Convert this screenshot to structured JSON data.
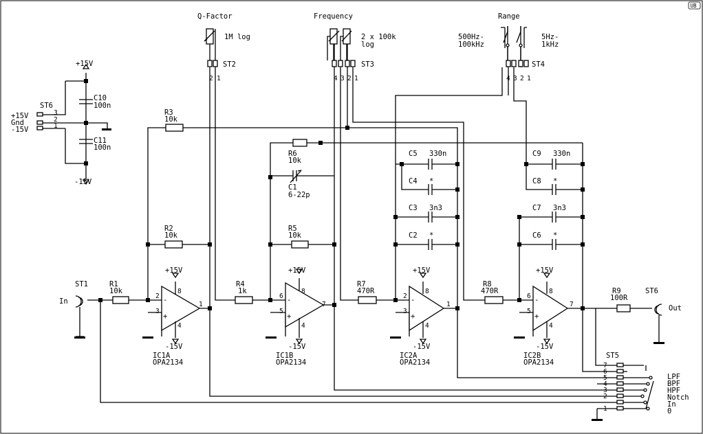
{
  "badge": "UB",
  "controls": {
    "q_title": "Q-Factor",
    "q_value": "1M log",
    "q_conn": "ST2",
    "q_pins": [
      "2",
      "1"
    ],
    "f_title": "Frequency",
    "f_value_1": "2 x 100k",
    "f_value_2": "log",
    "f_conn": "ST3",
    "f_pins": [
      "4",
      "3",
      "2",
      "1"
    ],
    "r_title": "Range",
    "r_left_1": "500Hz-",
    "r_left_2": "100kHz",
    "r_right_1": "5Hz-",
    "r_right_2": "1kHz",
    "r_conn": "ST4",
    "r_pins": [
      "4",
      "3",
      "2",
      "1"
    ]
  },
  "power": {
    "conn": "ST6",
    "pins": [
      "3",
      "2",
      "1"
    ],
    "labels": [
      "+15V",
      "Gnd",
      "-15V"
    ],
    "pos_rail": "+15V",
    "neg_rail": "-15V",
    "c10_name": "C10",
    "c10_value": "100n",
    "c11_name": "C11",
    "c11_value": "100n"
  },
  "input": {
    "conn": "ST1",
    "label": "In"
  },
  "output": {
    "conn": "ST6",
    "label": "Out",
    "r9_name": "R9",
    "r9_value": "100R"
  },
  "resistors": {
    "r1": [
      "R1",
      "10k"
    ],
    "r2": [
      "R2",
      "10k"
    ],
    "r3": [
      "R3",
      "10k"
    ],
    "r4": [
      "R4",
      "1k"
    ],
    "r5": [
      "R5",
      "10k"
    ],
    "r6": [
      "R6",
      "10k"
    ],
    "r7": [
      "R7",
      "470R"
    ],
    "r8": [
      "R8",
      "470R"
    ]
  },
  "trimmer": [
    "C1",
    "6-22p"
  ],
  "capacitors": {
    "c5": [
      "C5",
      "330n"
    ],
    "c4": [
      "C4",
      "*"
    ],
    "c3": [
      "C3",
      "3n3"
    ],
    "c2": [
      "C2",
      "*"
    ],
    "c9": [
      "C9",
      "330n"
    ],
    "c8": [
      "C8",
      "*"
    ],
    "c7": [
      "C7",
      "3n3"
    ],
    "c6": [
      "C6",
      "*"
    ]
  },
  "opamps": [
    {
      "name": "IC1A",
      "part": "OPA2134",
      "in_minus": "2",
      "in_plus": "3",
      "out": "1",
      "vp": "8",
      "vn": "4",
      "supply_pos": "+15V",
      "supply_neg": "-15V"
    },
    {
      "name": "IC1B",
      "part": "OPA2134",
      "in_minus": "6",
      "in_plus": "5",
      "out": "7",
      "vp": "8",
      "vn": "4",
      "supply_pos": "+15V",
      "supply_neg": "-15V"
    },
    {
      "name": "IC2A",
      "part": "OPA2134",
      "in_minus": "2",
      "in_plus": "3",
      "out": "1",
      "vp": "8",
      "vn": "4",
      "supply_pos": "+15V",
      "supply_neg": "-15V"
    },
    {
      "name": "IC2B",
      "part": "OPA2134",
      "in_minus": "6",
      "in_plus": "5",
      "out": "7",
      "vp": "8",
      "vn": "4",
      "supply_pos": "+15V",
      "supply_neg": "-15V"
    }
  ],
  "selector": {
    "conn": "ST5",
    "pins": [
      "7",
      "6",
      "5",
      "4",
      "3",
      "2",
      "1"
    ],
    "labels": [
      "LPF",
      "BPF",
      "HPF",
      "Notch",
      "In",
      "0"
    ]
  },
  "symbols": {
    "minus": "-",
    "plus": "+"
  }
}
